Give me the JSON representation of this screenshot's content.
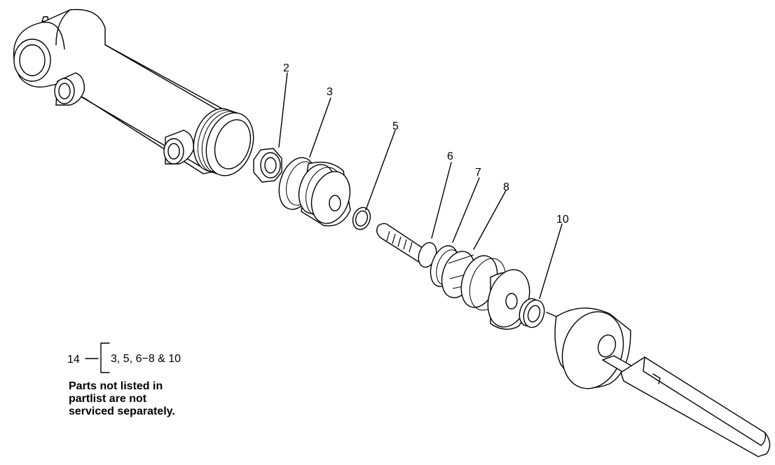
{
  "callouts": {
    "c2": "2",
    "c3": "3",
    "c5": "5",
    "c6": "6",
    "c7": "7",
    "c8": "8",
    "c10": "10"
  },
  "kit": {
    "number": "14",
    "contents": "3, 5, 6−8 & 10"
  },
  "note": {
    "lines": [
      "Parts not listed in",
      "partlist are not",
      "serviced separately."
    ]
  }
}
